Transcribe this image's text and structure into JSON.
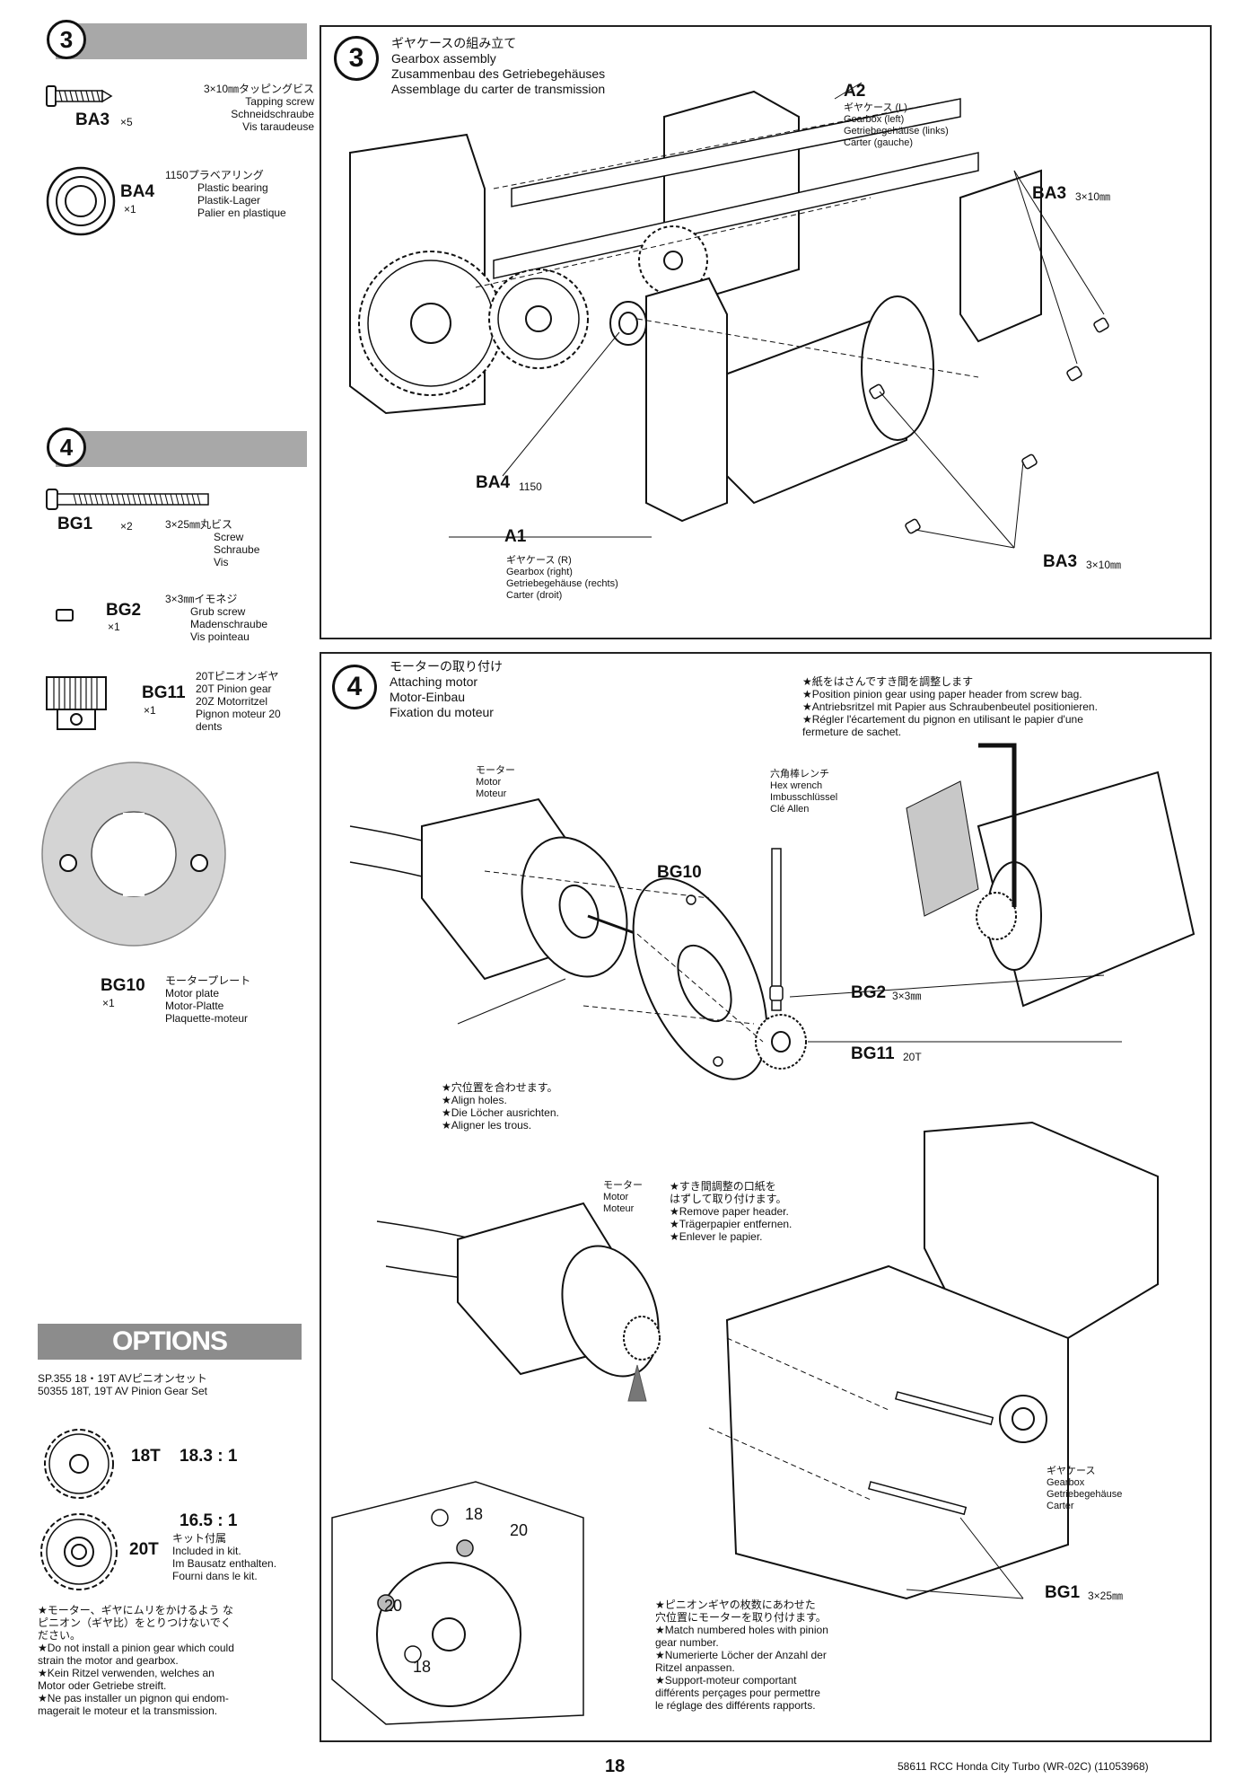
{
  "left": {
    "step3": {
      "num": "3",
      "parts": [
        {
          "code": "BA3",
          "qty": "×5",
          "lines": [
            "3×10㎜タッピングビス",
            "Tapping screw",
            "Schneidschraube",
            "Vis taraudeuse"
          ]
        },
        {
          "code": "BA4",
          "qty": "×1",
          "lines": [
            "1150プラベアリング",
            "Plastic bearing",
            "Plastik-Lager",
            "Palier en plastique"
          ]
        }
      ]
    },
    "step4": {
      "num": "4",
      "parts": [
        {
          "code": "BG1",
          "qty": "×2",
          "lines": [
            "3×25㎜丸ビス",
            "Screw",
            "Schraube",
            "Vis"
          ]
        },
        {
          "code": "BG2",
          "qty": "×1",
          "lines": [
            "3×3㎜イモネジ",
            "Grub screw",
            "Madenschraube",
            "Vis pointeau"
          ]
        },
        {
          "code": "BG11",
          "qty": "×1",
          "lines": [
            "20Tピニオンギヤ",
            "20T Pinion gear",
            "20Z Motorritzel",
            "Pignon moteur 20",
            "dents"
          ]
        },
        {
          "code": "BG10",
          "qty": "×1",
          "lines": [
            "モータープレート",
            "Motor plate",
            "Motor-Platte",
            "Plaquette-moteur"
          ]
        }
      ]
    },
    "options": {
      "title": "OPTIONS",
      "set_lines": [
        "SP.355 18・19T AVピニオンセット",
        "50355 18T, 19T AV Pinion Gear Set"
      ],
      "gear18": {
        "label": "18T",
        "ratio": "18.3 : 1"
      },
      "gear20": {
        "label": "20T",
        "ratio": "16.5 : 1",
        "note": [
          "キット付属",
          "Included in kit.",
          "Im Bausatz enthalten.",
          "Fourni dans le kit."
        ]
      },
      "warning": [
        "★モーター、ギヤにムリをかけるよう な",
        "ピニオン（ギヤ比）をとりつけないでく",
        "ださい。",
        "★Do not install a pinion gear which could",
        "strain the motor and gearbox.",
        "★Kein Ritzel verwenden, welches an",
        "Motor oder Getriebe streift.",
        "★Ne pas installer un pignon qui endom-",
        "magerait le moteur et la transmission."
      ]
    }
  },
  "panel3": {
    "num": "3",
    "title": [
      "ギヤケースの組み立て",
      "Gearbox assembly",
      "Zusammenbau des Getriebegehäuses",
      "Assemblage du carter de transmission"
    ],
    "a2": {
      "code": "A2",
      "lines": [
        "ギヤケース (L)",
        "Gearbox (left)",
        "Getriebegehäuse (links)",
        "Carter (gauche)"
      ]
    },
    "a1": {
      "code": "A1",
      "lines": [
        "ギヤケース (R)",
        "Gearbox (right)",
        "Getriebegehäuse (rechts)",
        "Carter (droit)"
      ]
    },
    "ba3_top": {
      "code": "BA3",
      "size": "3×10㎜"
    },
    "ba3_bottom": {
      "code": "BA3",
      "size": "3×10㎜"
    },
    "ba4": {
      "code": "BA4",
      "size": "1150"
    }
  },
  "panel4": {
    "num": "4",
    "title": [
      "モーターの取り付け",
      "Attaching motor",
      "Motor-Einbau",
      "Fixation du moteur"
    ],
    "paper_note": [
      "★紙をはさんですき間を調整します",
      "★Position pinion gear using paper header from screw bag.",
      "★Antriebsritzel mit Papier aus Schraubenbeutel positionieren.",
      "★Régler l'écartement du pignon en utilisant le papier d'une",
      "fermeture de sachet."
    ],
    "motor1": [
      "モーター",
      "Motor",
      "Moteur"
    ],
    "hexwrench": [
      "六角棒レンチ",
      "Hex wrench",
      "Imbusschlüssel",
      "Clé Allen"
    ],
    "bg10": "BG10",
    "bg2": {
      "code": "BG2",
      "size": "3×3㎜"
    },
    "bg11": {
      "code": "BG11",
      "size": "20T"
    },
    "align": [
      "★穴位置を合わせます。",
      "★Align holes.",
      "★Die Löcher ausrichten.",
      "★Aligner les trous."
    ],
    "motor2": [
      "モーター",
      "Motor",
      "Moteur"
    ],
    "remove": [
      "★すき間調整の口紙を",
      "はずして取り付けます。",
      "★Remove paper header.",
      "★Trägerpapier entfernen.",
      "★Enlever le papier."
    ],
    "gearbox": [
      "ギヤケース",
      "Gearbox",
      "Getriebegehäuse",
      "Carter"
    ],
    "bg1": {
      "code": "BG1",
      "size": "3×25㎜"
    },
    "match": [
      "★ピニオンギヤの枚数にあわせた",
      "穴位置にモーターを取り付けます。",
      "★Match numbered holes with pinion",
      "gear number.",
      "★Numerierte Löcher der Anzahl der",
      "Ritzel anpassen.",
      "★Support-moteur comportant",
      "différents perçages pour permettre",
      "le réglage des différents rapports."
    ],
    "hole_labels": {
      "a": "18",
      "b": "20",
      "c": "20",
      "d": "18"
    }
  },
  "footer": {
    "page": "18",
    "model": "58611 RCC Honda City Turbo (WR-02C) (11053968)"
  }
}
